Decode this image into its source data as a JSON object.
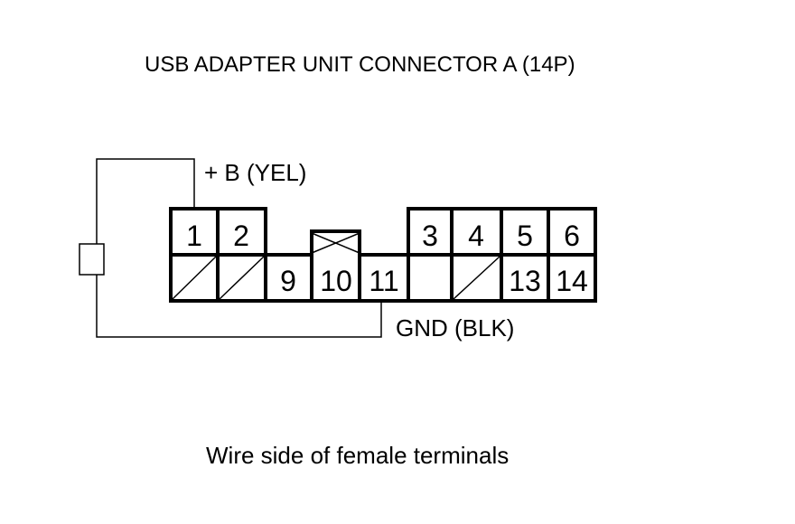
{
  "title": "USB ADAPTER UNIT CONNECTOR A (14P)",
  "caption": "Wire side of female terminals",
  "wires": {
    "power": "+ B (YEL)",
    "ground": "GND (BLK)"
  },
  "terminals": {
    "t1": "1",
    "t2": "2",
    "t3": "3",
    "t4": "4",
    "t5": "5",
    "t6": "6",
    "t9": "9",
    "t10": "10",
    "t11": "11",
    "t13": "13",
    "t14": "14"
  },
  "colors": {
    "line": "#000000",
    "background": "#ffffff"
  }
}
